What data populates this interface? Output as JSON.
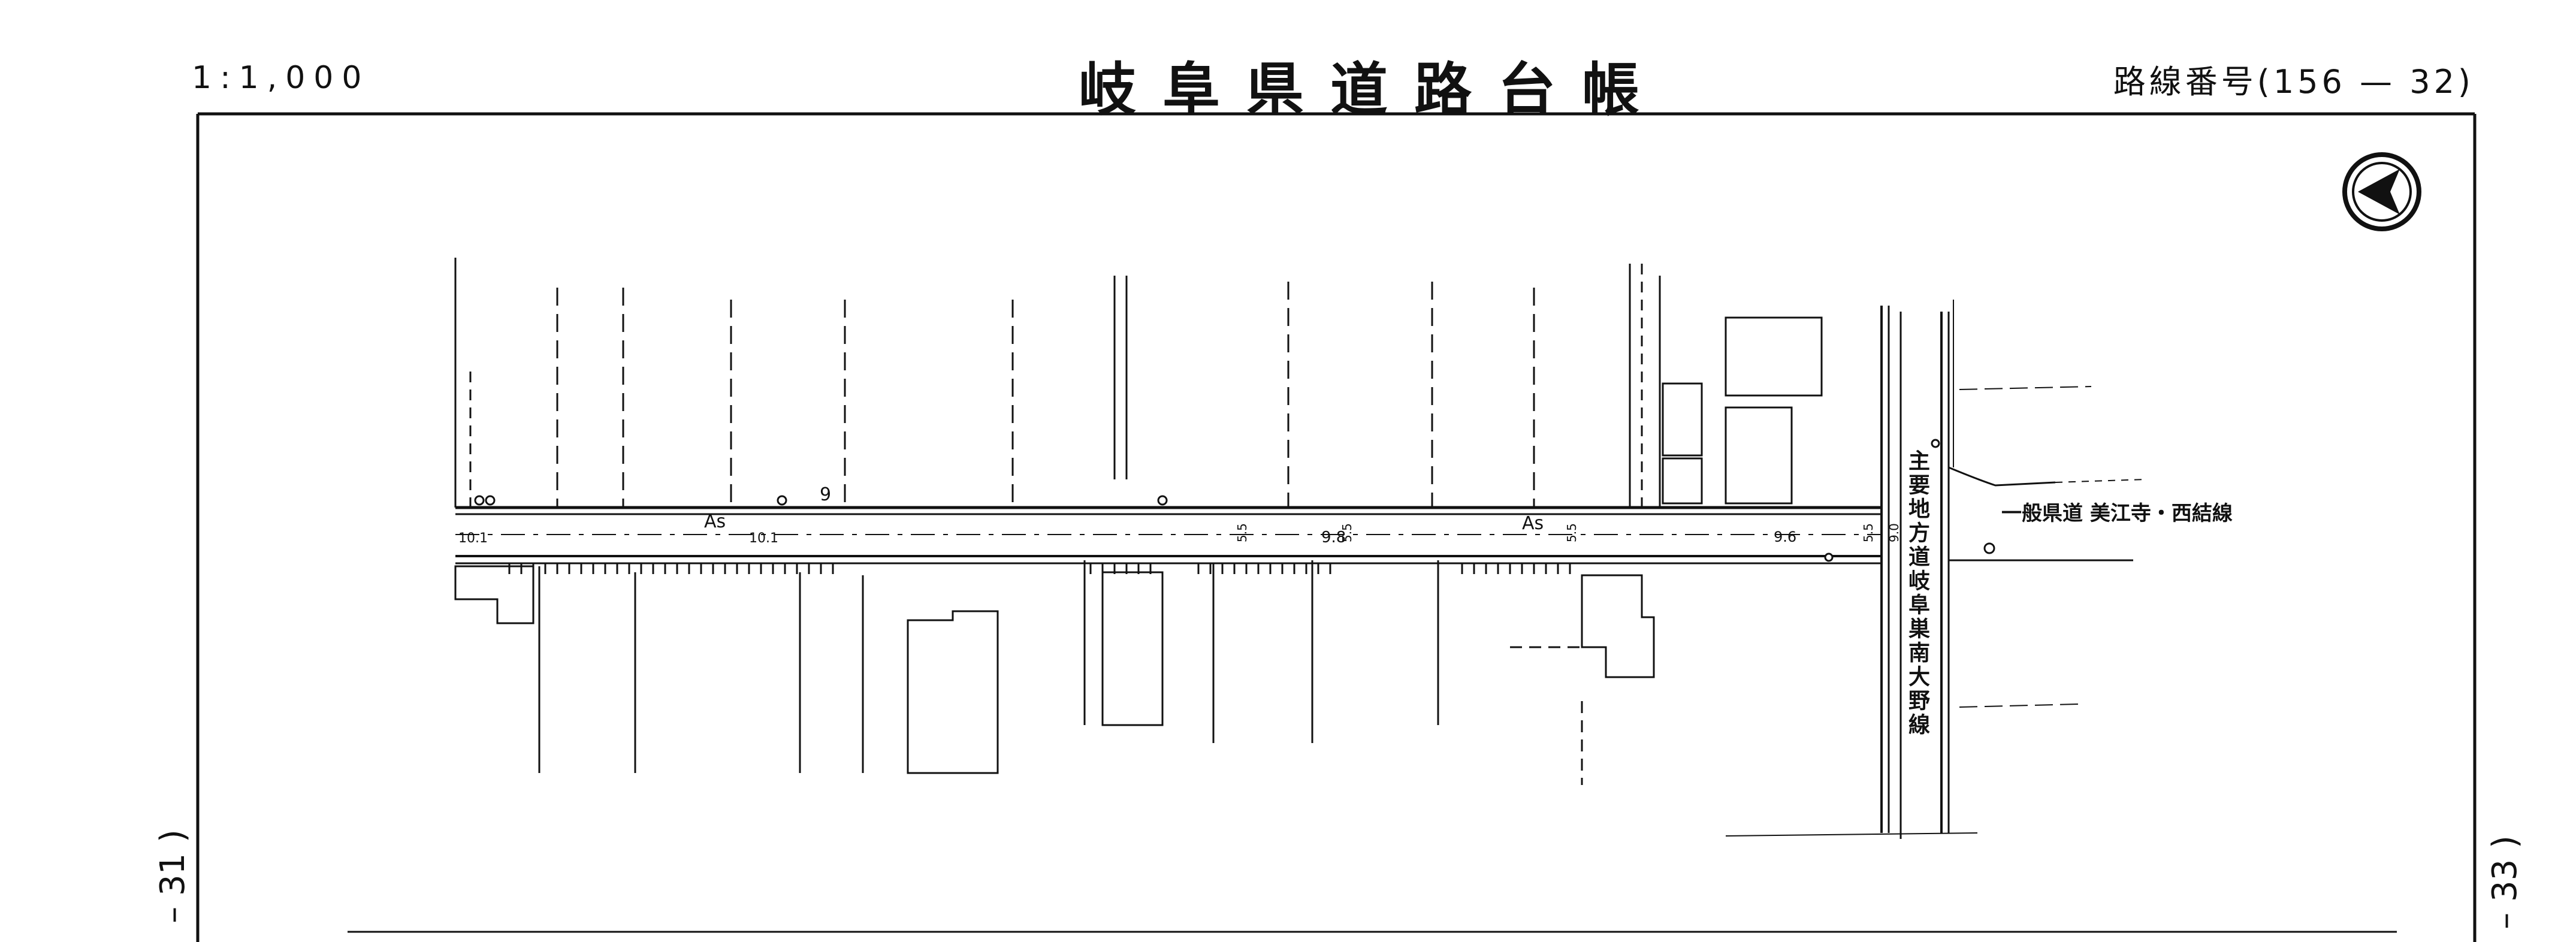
{
  "header": {
    "scale": "1:1,000",
    "title": "岐阜県道路台帳",
    "route_number": "路線番号(156 — 32)"
  },
  "margins": {
    "prev_page": "– 31 )",
    "next_page": "– 33 )"
  },
  "map": {
    "surface_labels": [
      "As",
      "As"
    ],
    "dimension_labels": [
      "10.1",
      "10.1",
      "9.8",
      "9.6",
      "9",
      "5.5",
      "5.5",
      "5.5",
      "5.5",
      "9.0"
    ],
    "road_names": {
      "prefectural_road": "一般県道 美江寺・西結線",
      "main_local_road": "主要地方道岐阜巣南大野線"
    },
    "north_arrow_icon": "north-arrow-icon"
  }
}
